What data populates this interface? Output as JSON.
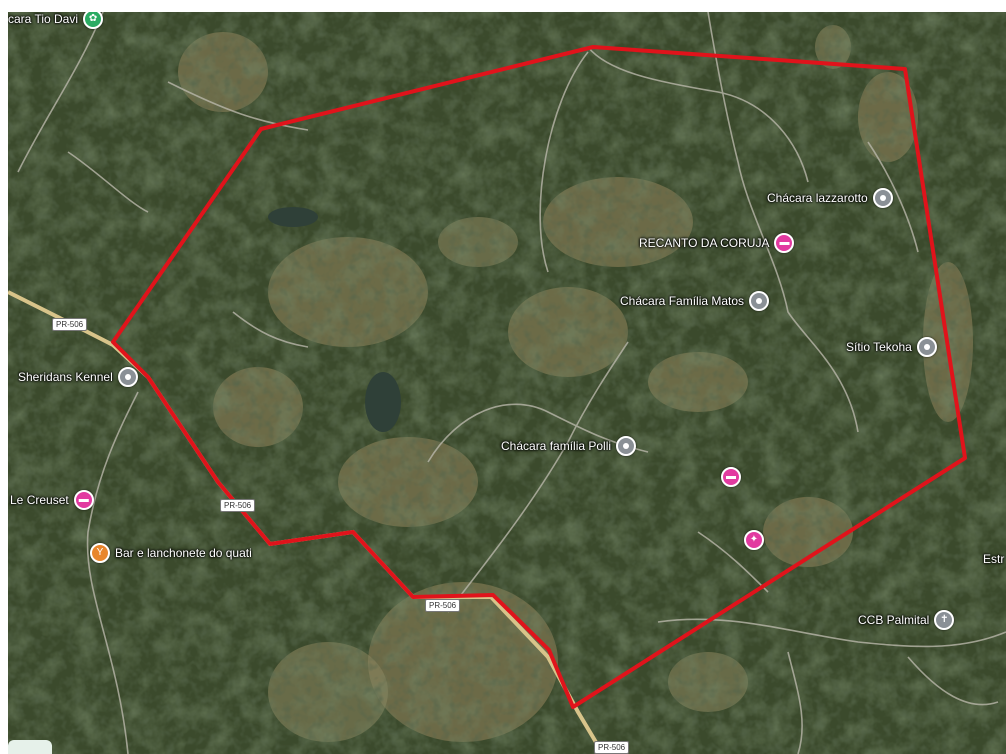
{
  "colors": {
    "polygon": "#e0131b",
    "road": "#d8c48a",
    "gray_pin": "#8a9096",
    "pink_pin": "#e23aa0",
    "orange_pin": "#e8862c",
    "green_pin": "#2bab63"
  },
  "map": {
    "places": [
      {
        "id": "chacara-tio-davi",
        "label": "cara Tio Davi",
        "icon": "flower-icon",
        "pin": "green_pin"
      },
      {
        "id": "chacara-lazzarotto",
        "label": "Chácara lazzarotto",
        "icon": "location-dot-icon",
        "pin": "gray_pin"
      },
      {
        "id": "recanto-da-coruja",
        "label": "RECANTO DA CORUJA",
        "icon": "hotel-bed-icon",
        "pin": "pink_pin"
      },
      {
        "id": "chacara-familia-matos",
        "label": "Chácara Família Matos",
        "icon": "location-dot-icon",
        "pin": "gray_pin"
      },
      {
        "id": "sitio-tekoha",
        "label": "Sítio Tekoha",
        "icon": "location-dot-icon",
        "pin": "gray_pin"
      },
      {
        "id": "sheridans-kennel",
        "label": "Sheridans Kennel",
        "icon": "location-dot-icon",
        "pin": "gray_pin"
      },
      {
        "id": "chacara-familia-polli",
        "label": "Chácara família Polli",
        "icon": "location-dot-icon",
        "pin": "gray_pin"
      },
      {
        "id": "le-creuset",
        "label": "o Le Creuset",
        "icon": "hotel-bed-icon",
        "pin": "pink_pin"
      },
      {
        "id": "bar-lanchonete",
        "label": "Bar e lanchonete do quati",
        "icon": "cocktail-icon",
        "pin": "orange_pin"
      },
      {
        "id": "ccb-palmital",
        "label": "CCB Palmital",
        "icon": "cross-icon",
        "pin": "gray_pin"
      },
      {
        "id": "estr",
        "label": "Estr",
        "icon": "",
        "pin": ""
      }
    ],
    "unlabeled_pins": [
      {
        "id": "hotel-pin",
        "icon": "hotel-bed-icon",
        "pin": "pink_pin"
      },
      {
        "id": "attraction-pin",
        "icon": "sparkle-icon",
        "pin": "pink_pin"
      }
    ],
    "road_shields": [
      "PR-506",
      "PR-506",
      "PR-506",
      "PR-506"
    ]
  }
}
